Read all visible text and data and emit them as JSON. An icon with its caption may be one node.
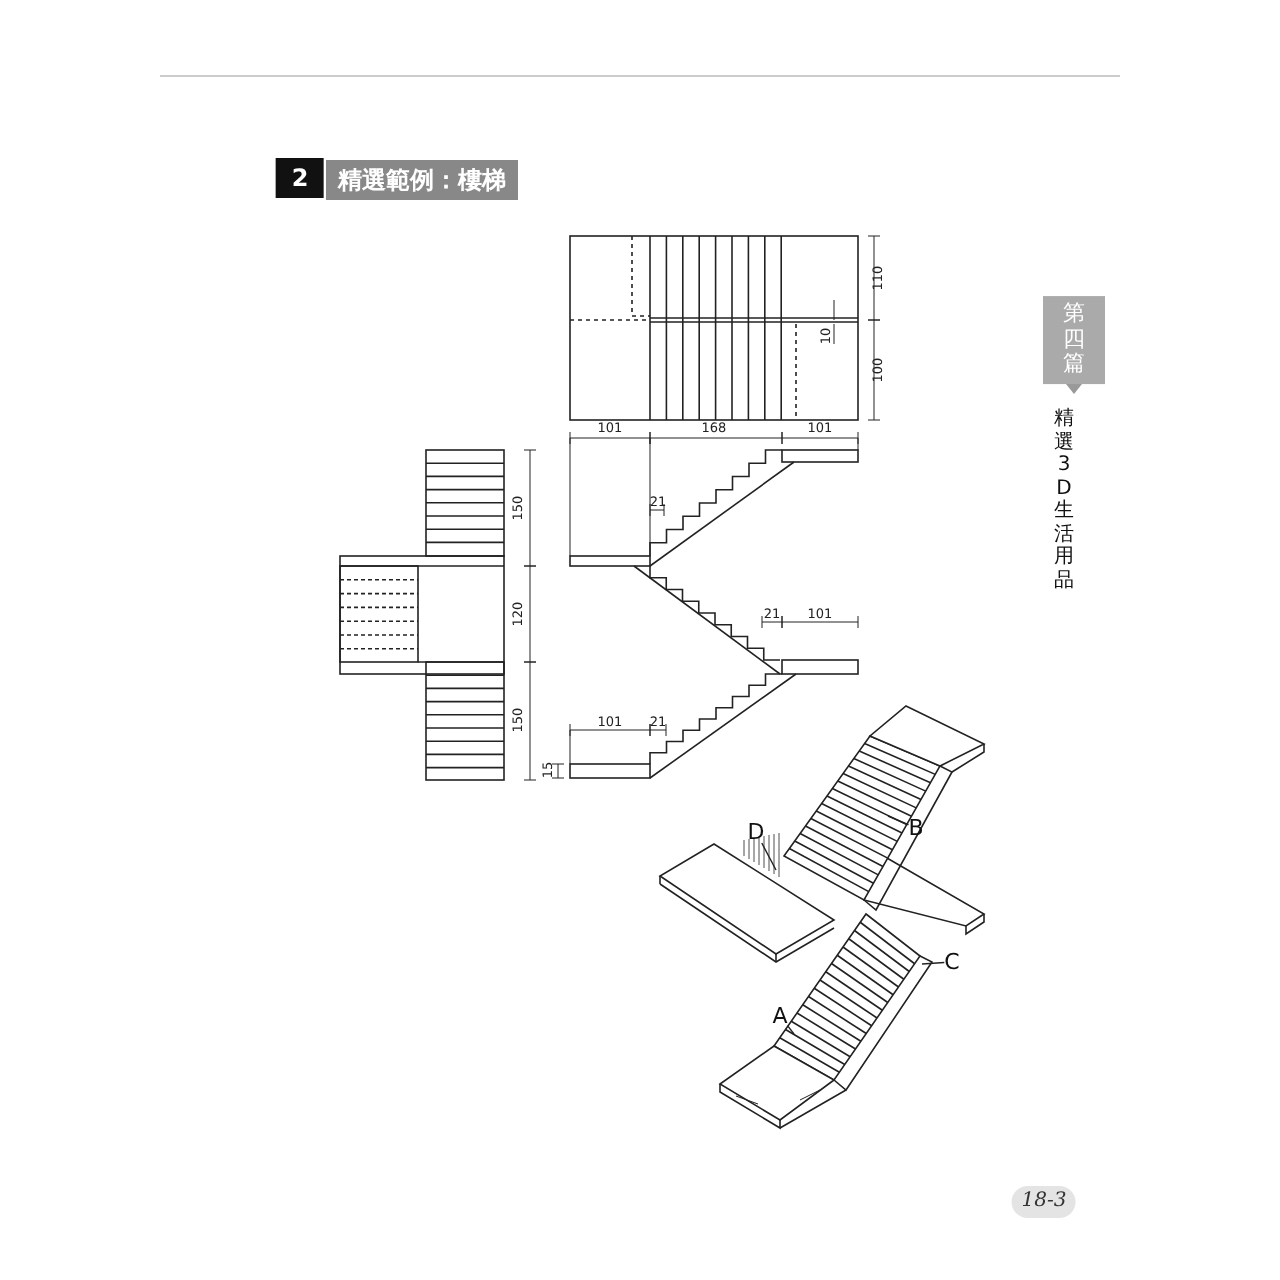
{
  "diagram": {
    "title": "精選範例：樓梯",
    "nodes": [
      {
        "text": [
          "D"
        ]
      },
      {
        "text": [
          "B"
        ]
      },
      {
        "text": [
          "C"
        ]
      },
      {
        "text": [
          "A"
        ]
      }
    ],
    "edges": [
      {
        "from": 0,
        "to": null,
        "arrow": "none"
      },
      {
        "from": 1,
        "to": null,
        "arrow": "none"
      },
      {
        "from": 2,
        "to": null,
        "arrow": "none"
      },
      {
        "from": 3,
        "to": null,
        "arrow": "none"
      }
    ],
    "labels": [
      "2",
      "110",
      "10",
      "100",
      "101",
      "168",
      "101",
      "150",
      "21",
      "120",
      "21",
      "101",
      "150",
      "101",
      "21",
      "15",
      "第四篇",
      "精選 3D 生活用品",
      "18-3"
    ]
  }
}
